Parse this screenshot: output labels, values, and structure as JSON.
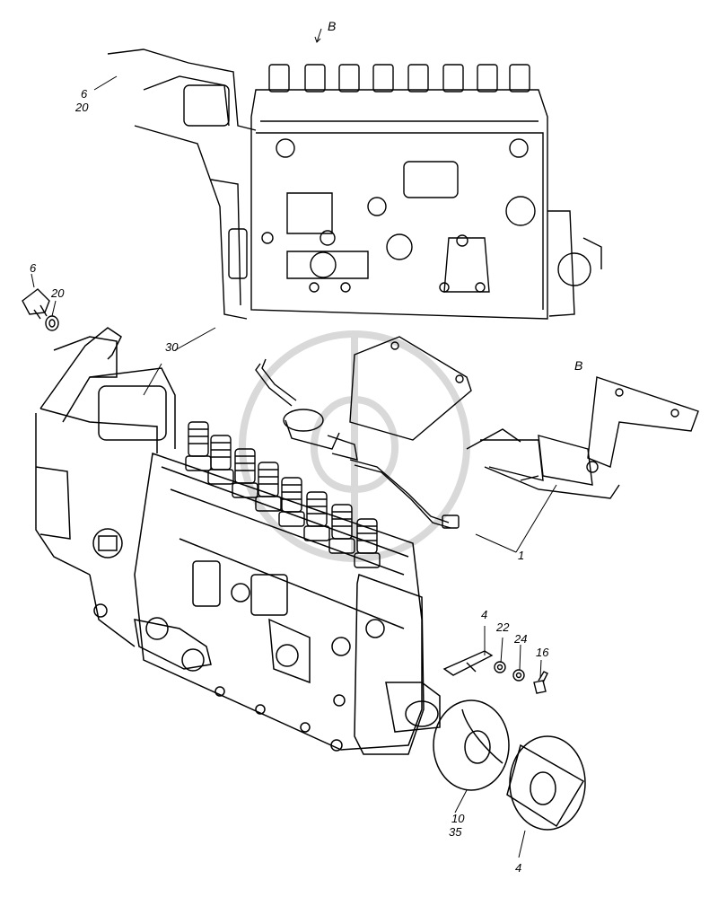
{
  "view_marker": "B",
  "view_title": "B",
  "callouts": {
    "c6_top": "6",
    "c20_top": "20",
    "c6_left": "6",
    "c20_left": "20",
    "c30": "30",
    "c1": "1",
    "c4_upper": "4",
    "c22": "22",
    "c24": "24",
    "c16": "16",
    "c10": "10",
    "c35": "35",
    "c4_lower": "4"
  },
  "colors": {
    "line": "#000000",
    "background": "#ffffff",
    "watermark": "#d9d9d9"
  }
}
